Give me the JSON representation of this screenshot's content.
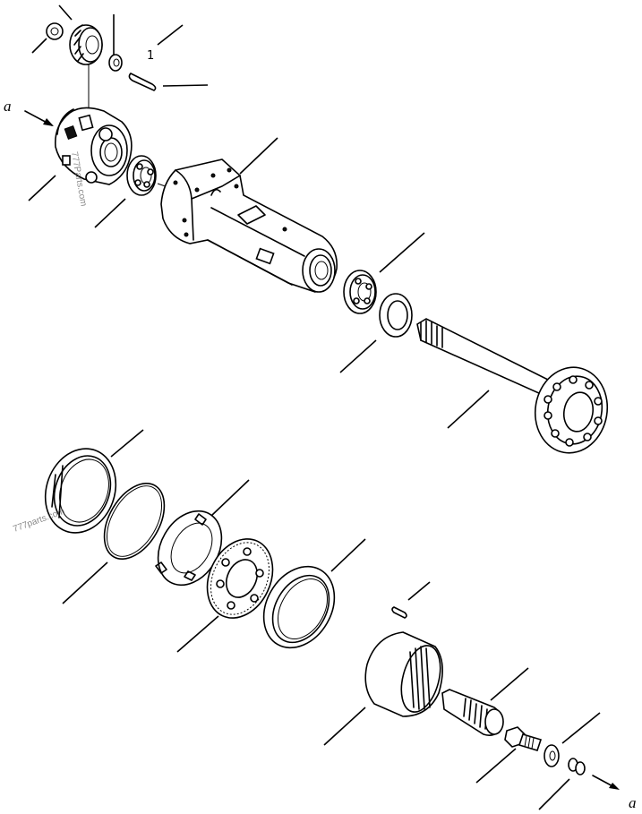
{
  "labels": {
    "ref_a_top": "a",
    "ref_a_bottom": "a",
    "item_number": "1"
  },
  "watermarks": {
    "wm1": "777Parts.com",
    "wm2": "777parts.com"
  }
}
